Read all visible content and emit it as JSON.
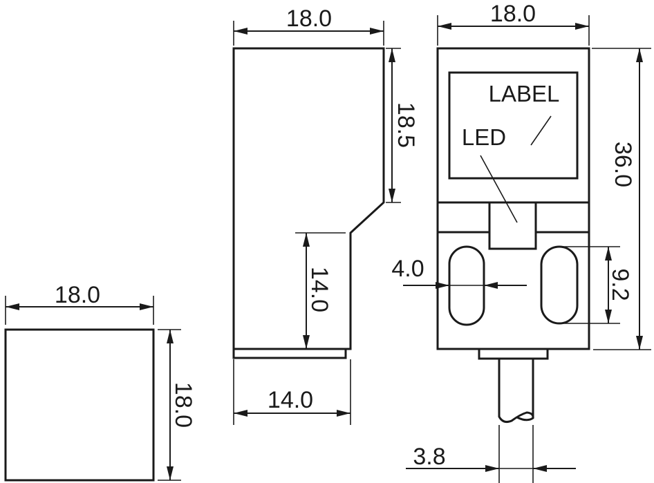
{
  "drawing": {
    "end_view": {
      "width_label": "18.0",
      "height_label": "18.0"
    },
    "side_view": {
      "width_label": "18.0",
      "upper_height_label": "18.5",
      "lower_height_label": "14.0",
      "depth_label": "14.0"
    },
    "front_view": {
      "width_label": "18.0",
      "height_label": "36.0",
      "label_text": "LABEL",
      "led_text": "LED",
      "slot_width_label": "4.0",
      "slot_length_label": "9.2",
      "cable_diameter_label": "3.8"
    },
    "line_color": "#1a1a1a"
  }
}
